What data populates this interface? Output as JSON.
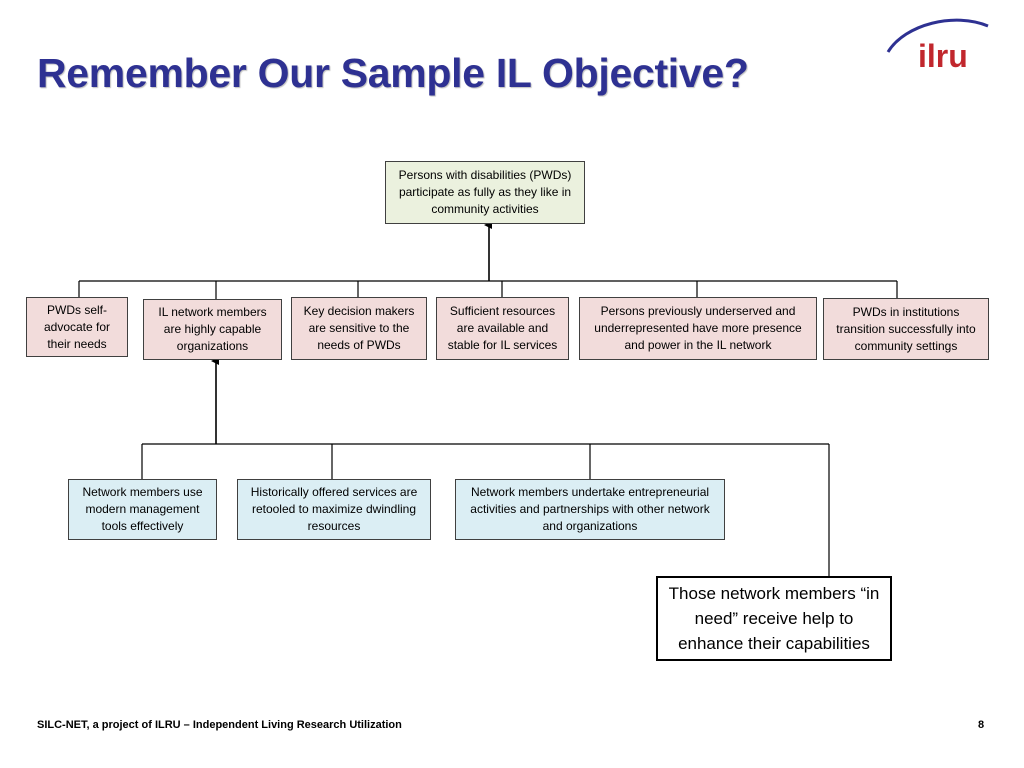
{
  "slide": {
    "title": "Remember Our Sample IL Objective?",
    "footer": "SILC-NET, a project of ILRU – Independent Living Research Utilization",
    "page_number": "8"
  },
  "logo": {
    "text": "ilru",
    "icon": "ilru-swoosh-logo"
  },
  "diagram": {
    "goal": "Persons with disabilities (PWDs) participate as fully as they like in community activities",
    "outcomes": [
      "PWDs self-advocate for their needs",
      "IL network members are highly capable organizations",
      "Key decision makers are sensitive to the needs of PWDs",
      "Sufficient resources are available and stable for IL services",
      "Persons previously underserved and underrepresented have more presence and power in the IL network",
      "PWDs in institutions transition successfully into community settings"
    ],
    "strategies": [
      "Network members use modern management tools effectively",
      "Historically offered services are retooled to maximize dwindling resources",
      "Network members undertake entrepreneurial activities and partnerships with other network and organizations"
    ],
    "callout": "Those network members “in need” receive help to enhance their capabilities"
  },
  "colors": {
    "title": "#2e3192",
    "goal_fill": "#ebf1de",
    "outcome_fill": "#f2dcdb",
    "strategy_fill": "#dbeef4",
    "logo_red": "#c1272d"
  }
}
